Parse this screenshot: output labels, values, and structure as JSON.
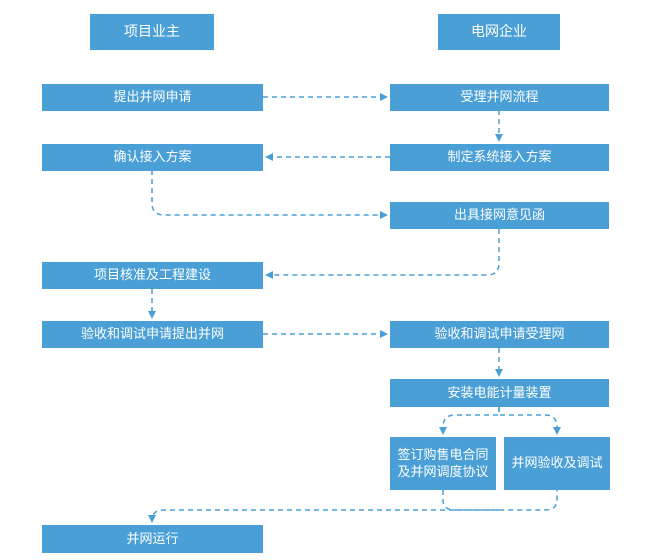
{
  "headers": {
    "owner": "项目业主",
    "grid": "电网企业"
  },
  "steps": {
    "apply": "提出并网申请",
    "accept": "受理并网流程",
    "draft_plan": "制定系统接入方案",
    "confirm_plan": "确认接入方案",
    "opinion_letter": "出具接网意见函",
    "approval_build": "项目核准及工程建设",
    "request_test": "验收和调试申请提出并网",
    "accept_test": "验收和调试申请受理网",
    "install_meter": "安装电能计量装置",
    "sign_contract_line1": "签订购售电合同",
    "sign_contract_line2": "及并网调度协议",
    "grid_test": "并网验收及调试",
    "operation": "并网运行"
  },
  "colors": {
    "box": "#4a9fd6",
    "connector": "#4a9fd6",
    "text": "#ffffff"
  }
}
